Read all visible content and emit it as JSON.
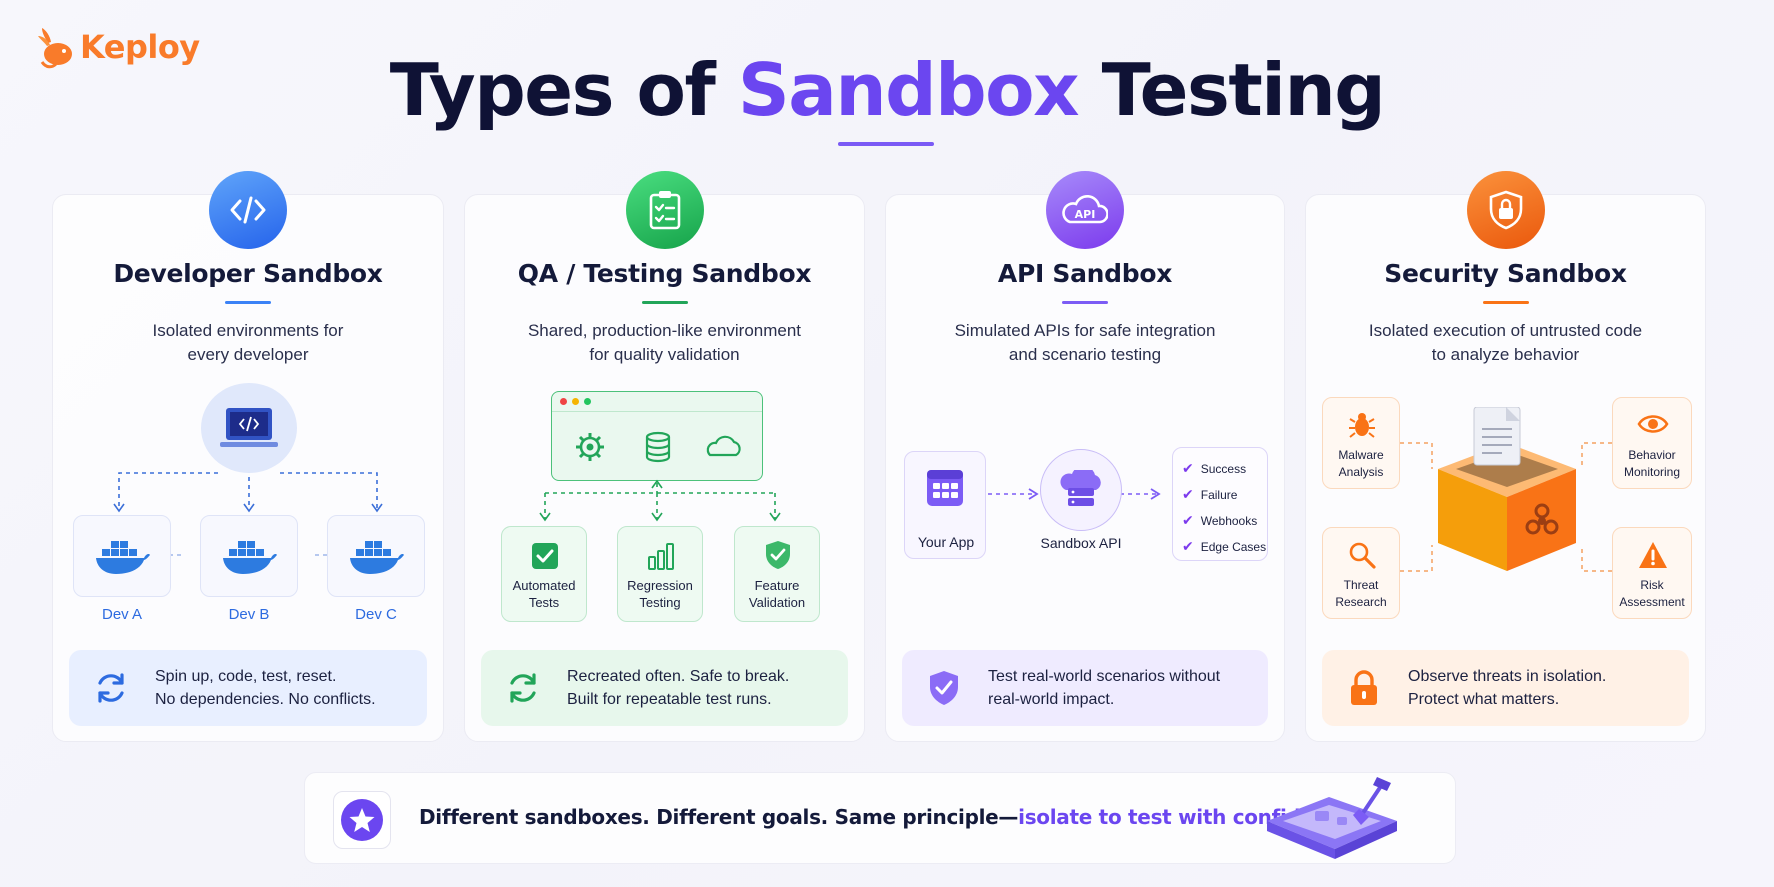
{
  "brand": {
    "name": "Keploy",
    "color": "#f97b2a"
  },
  "title": {
    "prefix": "Types of ",
    "highlight": "Sandbox",
    "suffix": " Testing"
  },
  "colors": {
    "blue": "#3b82f6",
    "green": "#22a559",
    "purple": "#7c5cf5",
    "orange": "#f97316"
  },
  "cards": [
    {
      "title": "Developer Sandbox",
      "icon": "code-icon",
      "desc": [
        "Isolated environments for",
        "every developer"
      ],
      "diagram": {
        "center_icon": "laptop-code-icon",
        "nodes": [
          "Dev A",
          "Dev B",
          "Dev C"
        ],
        "node_icon": "docker-whale-icon"
      },
      "callout": [
        "Spin up, code, test, reset.",
        "No dependencies. No conflicts."
      ],
      "callout_icon": "refresh-icon"
    },
    {
      "title": "QA / Testing Sandbox",
      "icon": "clipboard-check-icon",
      "desc": [
        "Shared, production-like environment",
        "for quality validation"
      ],
      "diagram": {
        "window_icons": [
          "gear-icon",
          "database-icon",
          "cloud-icon"
        ],
        "nodes": [
          [
            "Automated",
            "Tests"
          ],
          [
            "Regression",
            "Testing"
          ],
          [
            "Feature",
            "Validation"
          ]
        ]
      },
      "callout": [
        "Recreated often. Safe to break.",
        "Built for repeatable test runs."
      ],
      "callout_icon": "refresh-icon"
    },
    {
      "title": "API Sandbox",
      "icon": "api-cloud-icon",
      "desc": [
        "Simulated APIs for safe integration",
        "and scenario testing"
      ],
      "diagram": {
        "app_label": "Your App",
        "api_label": "Sandbox API",
        "results": [
          "Success",
          "Failure",
          "Webhooks",
          "Edge Cases"
        ]
      },
      "callout": [
        "Test real-world scenarios without",
        "real-world impact."
      ],
      "callout_icon": "shield-check-icon"
    },
    {
      "title": "Security Sandbox",
      "icon": "shield-lock-icon",
      "desc": [
        "Isolated execution of untrusted code",
        "to analyze behavior"
      ],
      "diagram": {
        "items": [
          [
            "Malware",
            "Analysis"
          ],
          [
            "Behavior",
            "Monitoring"
          ],
          [
            "Threat",
            "Research"
          ],
          [
            "Risk",
            "Assessment"
          ]
        ]
      },
      "callout": [
        "Observe threats in isolation.",
        "Protect what matters."
      ],
      "callout_icon": "lock-icon"
    }
  ],
  "footer": {
    "text": "Different sandboxes. Different goals. Same principle—",
    "highlight": "isolate to test with confidence.",
    "icon": "star-icon"
  }
}
